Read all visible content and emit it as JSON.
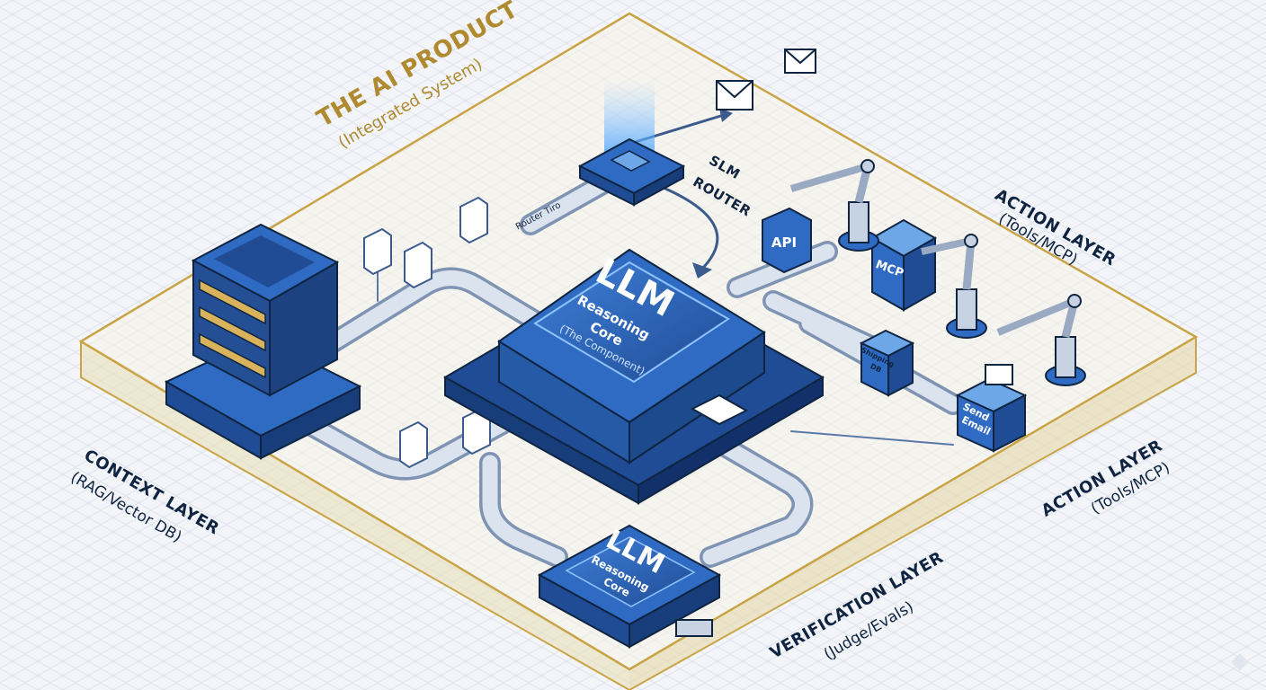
{
  "title": {
    "line1": "The AI Product",
    "line2": "(Integrated System)"
  },
  "core": {
    "title": "LLM",
    "line1": "Reasoning",
    "line2": "Core",
    "line3": "(The Component)"
  },
  "judge": {
    "title": "LLM",
    "line1": "Reasoning",
    "line2": "Core"
  },
  "router": {
    "line1": "SLM",
    "line2": "ROUTER",
    "chip_text": "Router Tiro"
  },
  "context_layer": {
    "title": "Context Layer",
    "subtitle": "(RAG/Vector DB)"
  },
  "action_layer_top": {
    "title": "Action Layer",
    "subtitle": "(Tools/MCP)"
  },
  "action_layer_bottom": {
    "title": "Action Layer",
    "subtitle": "(Tools/MCP)"
  },
  "verification_layer": {
    "title": "Verification Layer",
    "subtitle": "(Judge/Evals)"
  },
  "tools": {
    "api": "API",
    "mcp": "MCP",
    "shipping_line1": "Shipping",
    "shipping_line2": "DB",
    "email_line1": "Send",
    "email_line2": "Email"
  },
  "colors": {
    "gold_frame": "#c9a447",
    "blue_dark": "#1f4c95",
    "blue_mid": "#2f6bc3",
    "blue_light": "#6da7e8",
    "pipe": "#aebbd0",
    "ink": "#0f2440"
  }
}
